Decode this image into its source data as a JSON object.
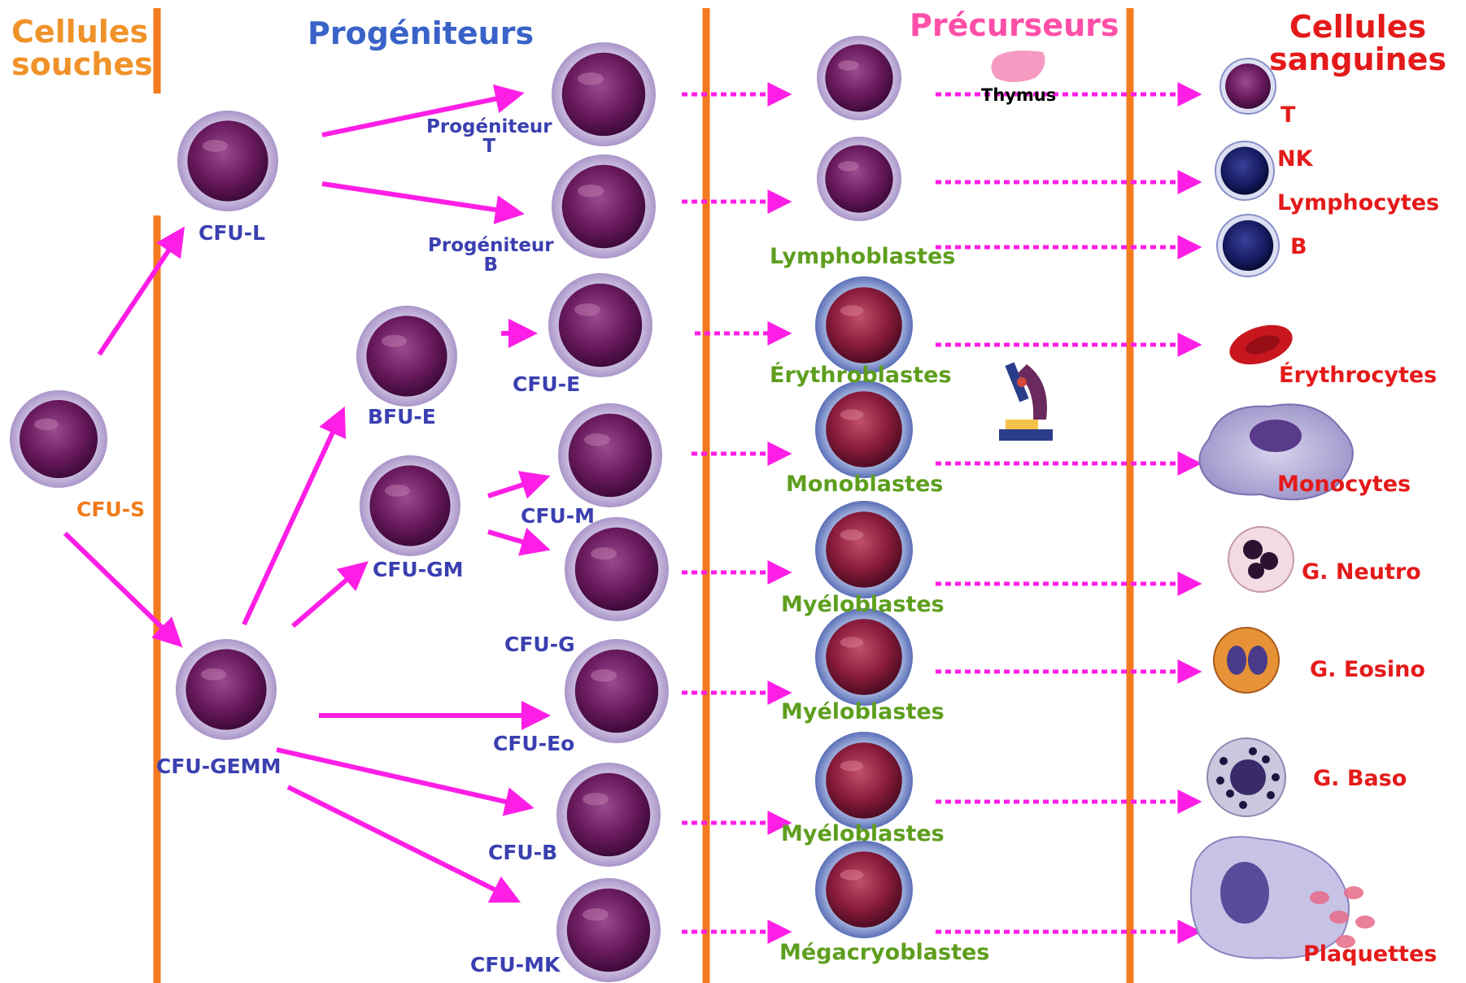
{
  "headers": {
    "stem": [
      "Cellules",
      "souches"
    ],
    "progenitors": "Progéniteurs",
    "precursors": "Précurseurs",
    "blood": [
      "Cellules",
      "sanguines"
    ]
  },
  "stem_cells": {
    "cfu_s": "CFU-S"
  },
  "progenitors": {
    "cfu_l": "CFU-L",
    "cfu_gemm": "CFU-GEMM",
    "bfu_e": "BFU-E",
    "cfu_gm": "CFU-GM",
    "prog_t": [
      "Progéniteur",
      "T"
    ],
    "prog_b": [
      "Progéniteur",
      "B"
    ],
    "cfu_e": "CFU-E",
    "cfu_m": "CFU-M",
    "cfu_g": "CFU-G",
    "cfu_eo": "CFU-Eo",
    "cfu_b": "CFU-B",
    "cfu_mk": "CFU-MK"
  },
  "precursors": {
    "thymus": "Thymus",
    "lymphoblasts": "Lymphoblastes",
    "erythroblasts": "Érythroblastes",
    "monoblasts": "Monoblastes",
    "myeloblasts_1": "Myéloblastes",
    "myeloblasts_2": "Myéloblastes",
    "myeloblasts_3": "Myéloblastes",
    "megakaryoblasts": "Mégacryoblastes"
  },
  "blood_cells": {
    "t": "T",
    "nk": "NK",
    "lymphocytes": "Lymphocytes",
    "b": "B",
    "erythrocytes": "Érythrocytes",
    "monocytes": "Monocytes",
    "neutro": "G. Neutro",
    "eosino": "G. Eosino",
    "baso": "G. Baso",
    "platelets": "Plaquettes"
  },
  "colors": {
    "column_divider": "#f47a20",
    "arrow": "#ff1ee6",
    "cell_purple": "#6a1a5e",
    "cell_precursor": "#8a1c3c",
    "header_stem": "#f0922a",
    "header_progenitors": "#3a63c8",
    "header_precursors": "#ff4fa8",
    "header_blood": "#e41a1a",
    "label_progenitor": "#3a3fb0",
    "label_precursor": "#5e9e1e",
    "label_blood": "#e41a1a"
  }
}
